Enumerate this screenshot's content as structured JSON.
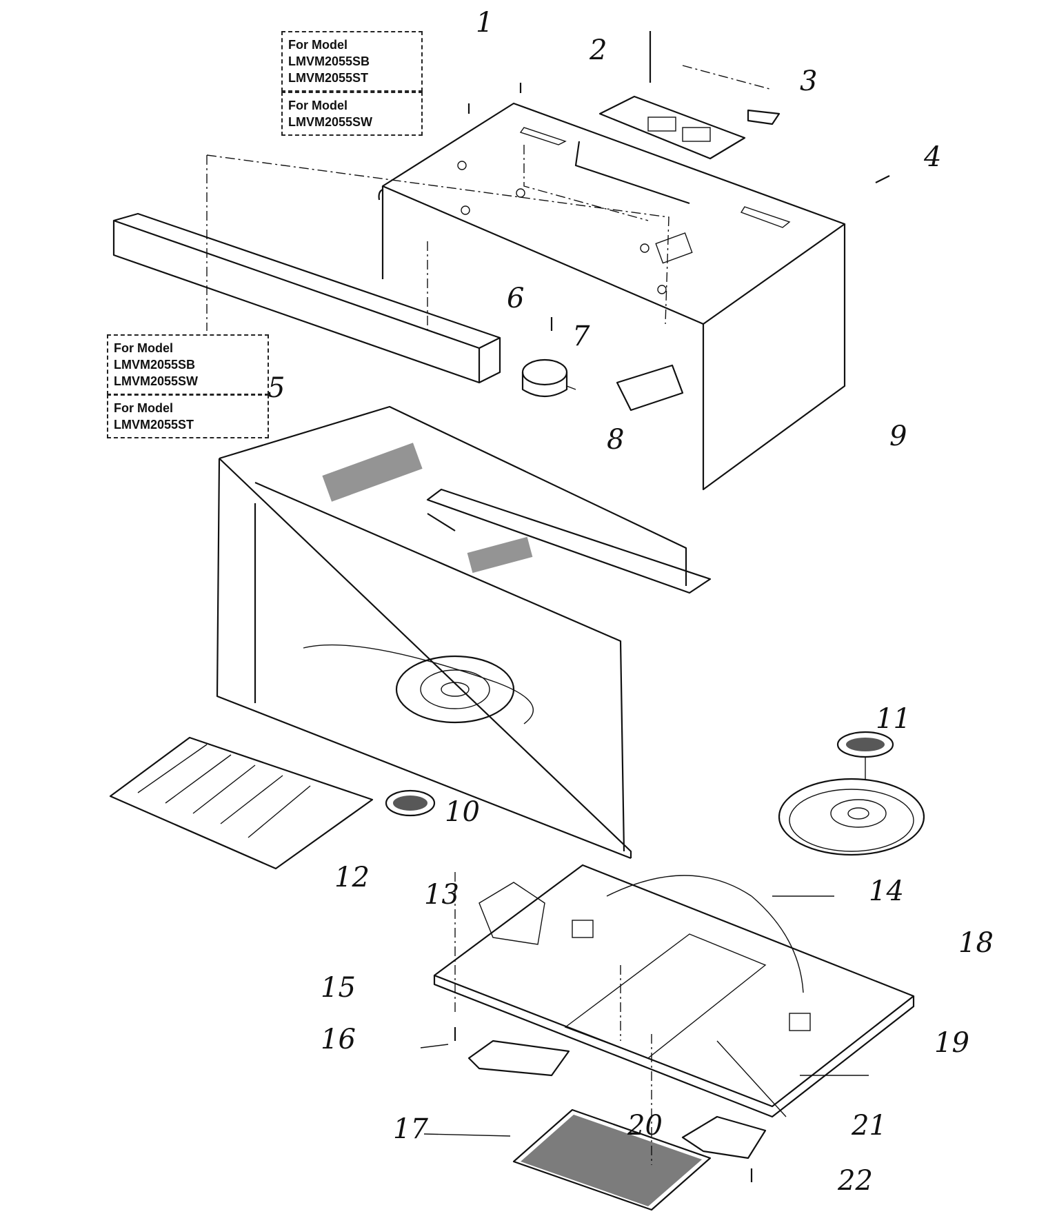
{
  "model_boxes": [
    {
      "heading": "For Model",
      "models": [
        "LMVM2055SB",
        "LMVM2055ST"
      ]
    },
    {
      "heading": "For Model",
      "models": [
        "LMVM2055SW"
      ]
    },
    {
      "heading": "For Model",
      "models": [
        "LMVM2055SB",
        "LMVM2055SW"
      ]
    },
    {
      "heading": "For Model",
      "models": [
        "LMVM2055ST"
      ]
    }
  ],
  "callouts": [
    "1",
    "2",
    "3",
    "4",
    "5",
    "6",
    "7",
    "8",
    "9",
    "10",
    "11",
    "12",
    "13",
    "14",
    "15",
    "16",
    "17",
    "18",
    "19",
    "20",
    "21",
    "22"
  ]
}
